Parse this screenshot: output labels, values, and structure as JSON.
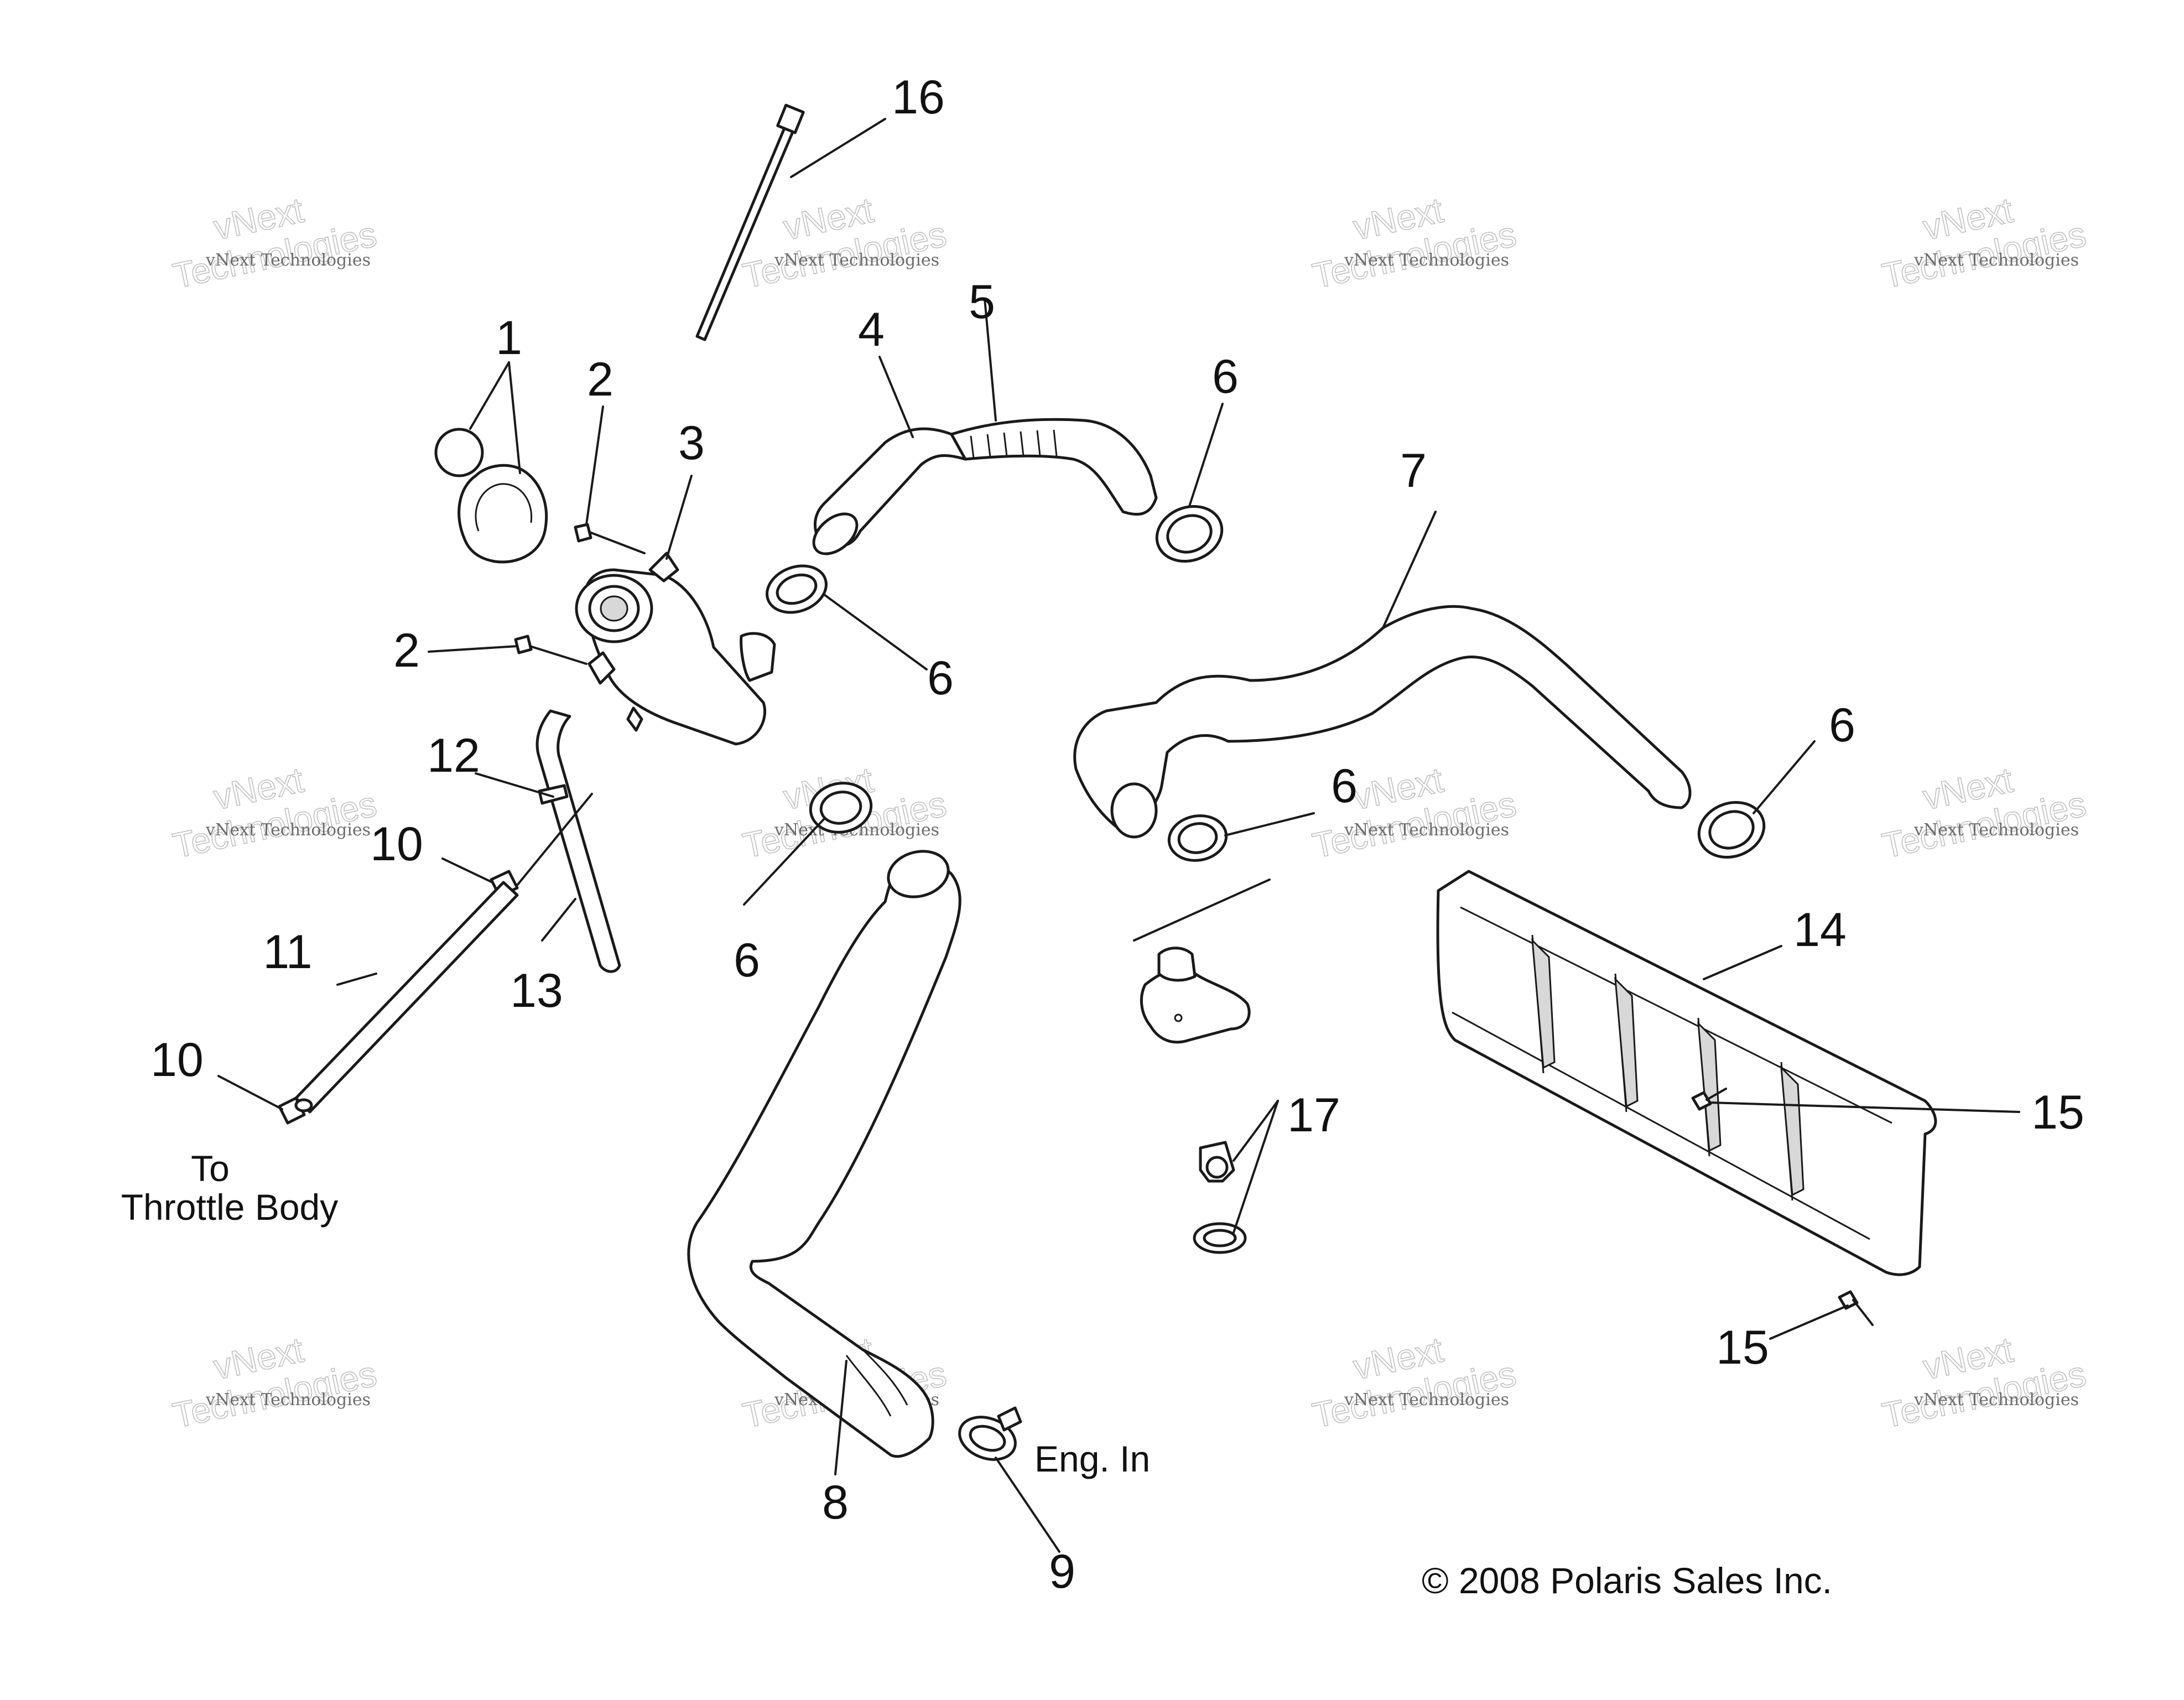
{
  "diagram": {
    "callouts": [
      "1",
      "2",
      "3",
      "2",
      "4",
      "5",
      "6",
      "6",
      "6",
      "6",
      "6",
      "7",
      "8",
      "9",
      "10",
      "10",
      "11",
      "12",
      "13",
      "14",
      "15",
      "15",
      "16",
      "17"
    ],
    "notes": {
      "to_line1": "To",
      "to_line2": "Throttle Body",
      "eng_in": "Eng. In",
      "copyright": "© 2008 Polaris Sales Inc."
    },
    "watermark": {
      "small": "vNext Technologies",
      "large_line1": "vNext",
      "large_line2": "Technologies"
    }
  }
}
